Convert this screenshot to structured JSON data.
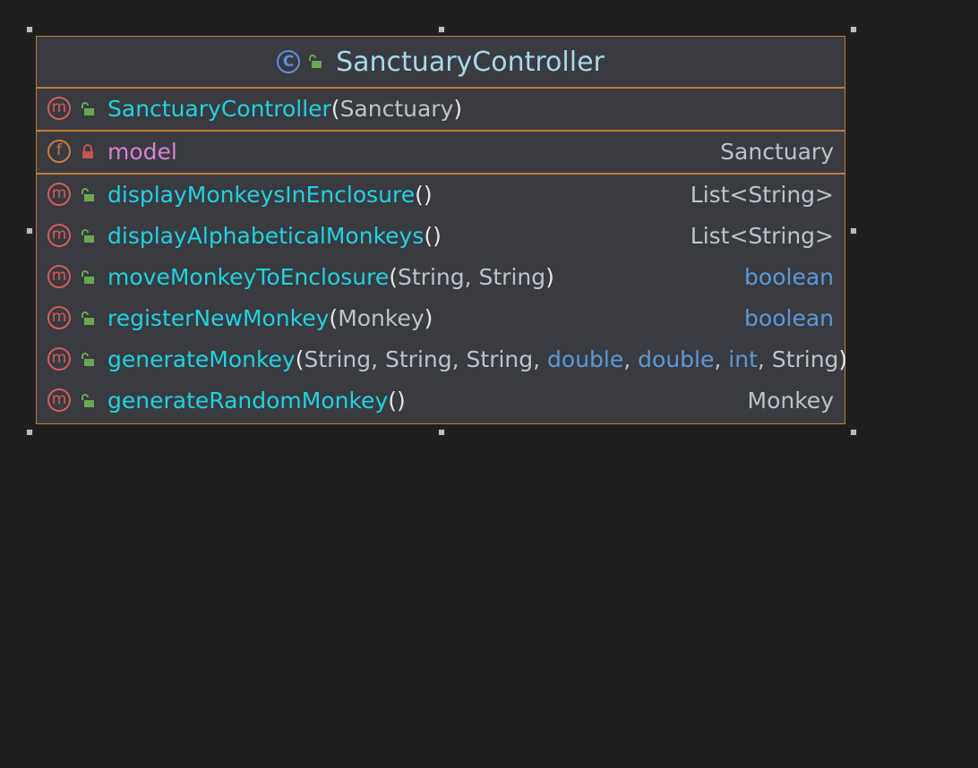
{
  "class": {
    "name": "SanctuaryController",
    "icon": "class-c-icon",
    "visibility_icon": "public-lock-icon"
  },
  "constructor": {
    "name": "SanctuaryController",
    "params": "Sanctuary",
    "kind_icon": "method-icon"
  },
  "field": {
    "name": "model",
    "type": "Sanctuary",
    "kind_icon": "field-icon",
    "visibility_icon": "private-lock-icon"
  },
  "methods": [
    {
      "name": "displayMonkeysInEnclosure",
      "params": [],
      "returns": "List<String>",
      "primitive_return": false
    },
    {
      "name": "displayAlphabeticalMonkeys",
      "params": [],
      "returns": "List<String>",
      "primitive_return": false
    },
    {
      "name": "moveMonkeyToEnclosure",
      "params": [
        "String",
        "String"
      ],
      "returns": "boolean",
      "primitive_return": true
    },
    {
      "name": "registerNewMonkey",
      "params": [
        "Monkey"
      ],
      "returns": "boolean",
      "primitive_return": true
    },
    {
      "name": "generateMonkey",
      "params": [
        "String",
        "String",
        "String",
        "double",
        "double",
        "int",
        "String"
      ],
      "returns": "",
      "primitive_return": false
    },
    {
      "name": "generateRandomMonkey",
      "params": [],
      "returns": "Monkey",
      "primitive_return": false
    }
  ],
  "primitive_types": [
    "double",
    "int",
    "boolean"
  ],
  "colors": {
    "border": "#c57a2e",
    "method_name": "#1fd2e0",
    "field_name": "#d682d4",
    "primitive": "#5a9ad8",
    "type": "#bdc3ca"
  }
}
